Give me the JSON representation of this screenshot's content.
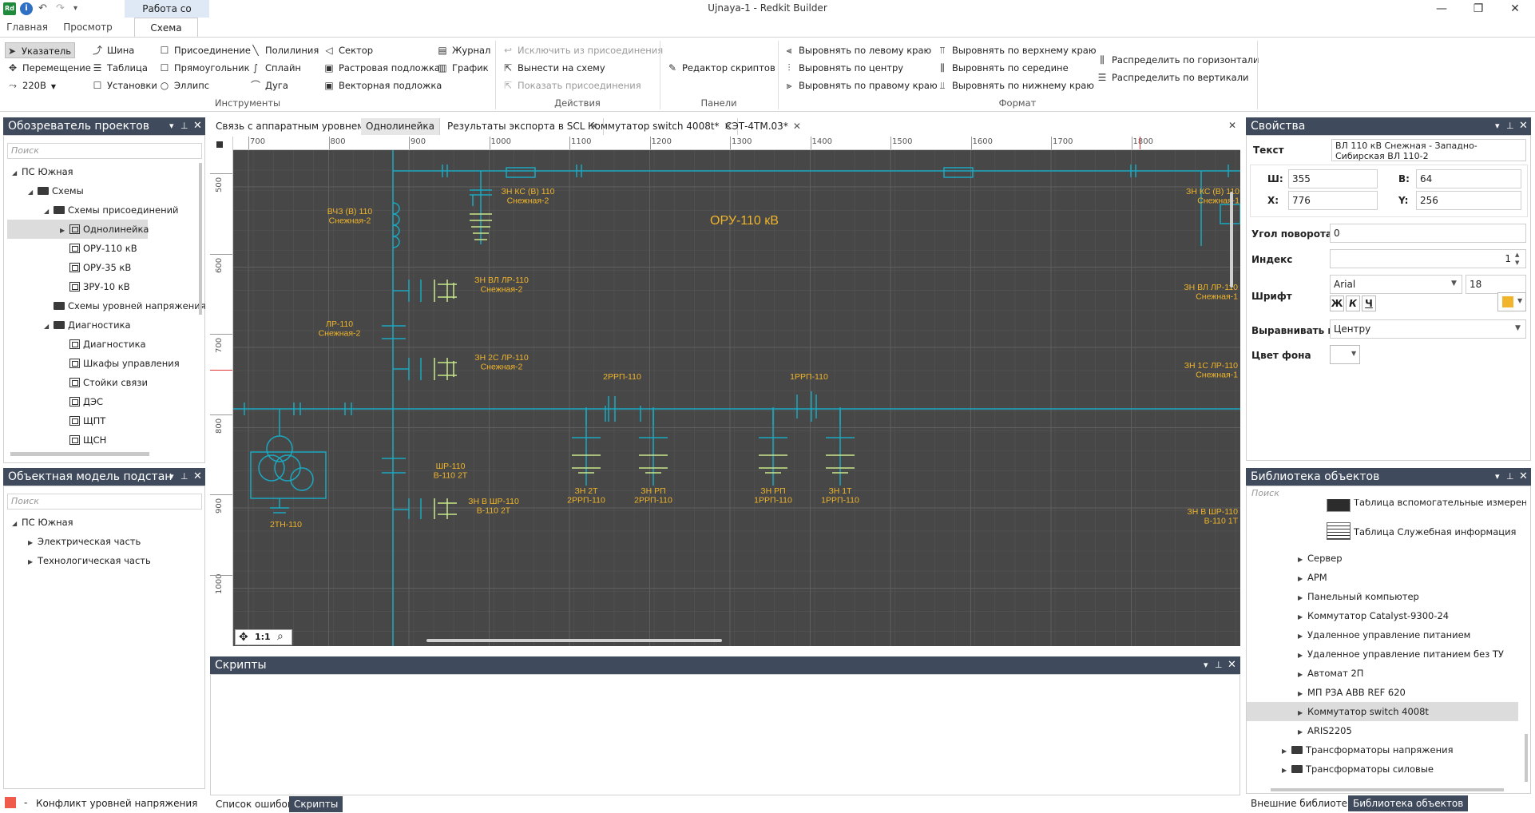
{
  "window": {
    "title": "Ujnaya-1 - Redkit Builder",
    "context_tab": "Работа со схемой",
    "controls": {
      "minimize": "—",
      "restore": "❐",
      "close": "✕"
    }
  },
  "quick_access": {
    "app_icon": "Rd",
    "info": "i",
    "undo": "↶",
    "redo": "↷",
    "dropdown": "▾"
  },
  "ribbon_tabs": [
    "Главная",
    "Просмотр",
    "Схема"
  ],
  "ribbon": {
    "tools": {
      "pointer": "Указатель",
      "move": "Перемещение",
      "voltage": "220В",
      "bus": "Шина",
      "table": "Таблица",
      "installations": "Установки",
      "connection": "Присоединение",
      "rectangle": "Прямоугольник",
      "ellipse": "Эллипс",
      "polyline": "Полилиния",
      "spline": "Сплайн",
      "arc": "Дуга",
      "sector": "Сектор",
      "raster_underlay": "Растровая подложка",
      "vector_underlay": "Векторная подложка",
      "journal": "Журнал",
      "graph": "График",
      "group_label": "Инструменты"
    },
    "actions": {
      "exclude": "Исключить из присоединения",
      "bring_out": "Вынести на схему",
      "show_connections": "Показать присоединения",
      "group_label": "Действия"
    },
    "panels": {
      "script_editor": "Редактор скриптов",
      "group_label": "Панели"
    },
    "format": {
      "align_left": "Выровнять по левому краю",
      "align_center": "Выровнять по центру",
      "align_right": "Выровнять по правому краю",
      "align_top": "Выровнять по верхнему краю",
      "align_middle": "Выровнять по середине",
      "align_bottom": "Выровнять по нижнему краю",
      "distribute_h": "Распределить по горизонтали",
      "distribute_v": "Распределить по вертикали",
      "group_label": "Формат"
    }
  },
  "project_explorer": {
    "title": "Обозреватель проектов",
    "search_placeholder": "Поиск",
    "items": [
      {
        "label": "ПС Южная"
      },
      {
        "label": "Схемы"
      },
      {
        "label": "Схемы присоединений"
      },
      {
        "label": "Однолинейка"
      },
      {
        "label": "ОРУ-110 кВ"
      },
      {
        "label": "ОРУ-35 кВ"
      },
      {
        "label": "ЗРУ-10 кВ"
      },
      {
        "label": "Схемы уровней напряжения"
      },
      {
        "label": "Диагностика"
      },
      {
        "label": "Диагностика"
      },
      {
        "label": "Шкафы управления"
      },
      {
        "label": "Стойки связи"
      },
      {
        "label": "ДЭС"
      },
      {
        "label": "ЩПТ"
      },
      {
        "label": "ЩСН"
      }
    ]
  },
  "object_model": {
    "title": "Объектная модель подстан",
    "search_placeholder": "Поиск",
    "items": [
      {
        "label": "ПС Южная"
      },
      {
        "label": "Электрическая часть"
      },
      {
        "label": "Технологическая часть"
      }
    ]
  },
  "document_tabs": [
    {
      "label": "Связь с аппаратным уровнем"
    },
    {
      "label": "Однолинейка"
    },
    {
      "label": "Результаты экспорта в SCL"
    },
    {
      "label": "Коммутатор switch 4008t*"
    },
    {
      "label": "СЭТ-4ТМ.03*"
    }
  ],
  "ruler": {
    "top": [
      "700",
      "800",
      "900",
      "1000",
      "1100",
      "1200",
      "1300",
      "1400",
      "1500",
      "1600",
      "1700",
      "1800"
    ],
    "left": [
      "500",
      "600",
      "700",
      "800",
      "900",
      "1000"
    ]
  },
  "schematic": {
    "colors": {
      "bg": "#474747",
      "wire": "#1aa8c0",
      "label": "#f0b52a",
      "ground": "#c8e88a"
    },
    "title": "ОРУ-110 кВ",
    "labels": {
      "zn_ks_b_1": [
        "ЗН КС (В) 110",
        "Снежная-2"
      ],
      "vchz": [
        "ВЧЗ (В) 110",
        "Снежная-2"
      ],
      "zn_vl_1": [
        "ЗН ВЛ ЛР-110",
        "Снежная-2"
      ],
      "lr_110": [
        "ЛР-110",
        "Снежная-2"
      ],
      "zn_2s": [
        "ЗН 2С ЛР-110",
        "Снежная-2"
      ],
      "rrp2": [
        "2РРП-110"
      ],
      "rrp1": [
        "1РРП-110"
      ],
      "shr_110": [
        "ШР-110",
        "В-110 2Т"
      ],
      "zn_v_shr_1": [
        "ЗН В ШР-110",
        "В-110 2Т"
      ],
      "zn_2t": [
        "ЗН 2Т",
        "2РРП-110"
      ],
      "zn_rp_1": [
        "ЗН РП",
        "2РРП-110"
      ],
      "zn_rp_2": [
        "ЗН РП",
        "1РРП-110"
      ],
      "zn_1t": [
        "ЗН 1Т",
        "1РРП-110"
      ],
      "tn_2": [
        "2ТН-110"
      ],
      "zn_ks_b_2": [
        "ЗН КС (В) 110",
        "Снежная-1"
      ],
      "zn_vl_2": [
        "ЗН ВЛ ЛР-110",
        "Снежная-1"
      ],
      "zn_1s": [
        "ЗН 1С ЛР-110",
        "Снежная-1"
      ],
      "zn_v_shr_2": [
        "ЗН В ШР-110",
        "В-110 1Т"
      ]
    },
    "zoom_controls": {
      "pan": "✥",
      "scale": "1:1",
      "zoom": "⌕"
    }
  },
  "scripts_panel": {
    "title": "Скрипты"
  },
  "bottom_tabs": {
    "errors": "Список ошибок",
    "scripts": "Скрипты"
  },
  "status": {
    "conflict_dash": "-",
    "conflict": "Конфликт уровней напряжения",
    "conflict_color": "#f05a4a"
  },
  "properties": {
    "title": "Свойства",
    "text_label": "Текст",
    "text_value": "ВЛ 110 кВ Снежная - Западно-Сибирская ВЛ 110-2",
    "w_label": "Ш:",
    "w_value": "355",
    "h_label": "В:",
    "h_value": "64",
    "x_label": "Х:",
    "x_value": "776",
    "y_label": "Y:",
    "y_value": "256",
    "rotation_label": "Угол поворота",
    "rotation_value": "0",
    "index_label": "Индекс",
    "index_value": "1",
    "font_label": "Шрифт",
    "font_name": "Arial",
    "font_size": "18",
    "bold": "Ж",
    "italic": "К",
    "underline": "Ч",
    "font_color": "#f0b52a",
    "align_label": "Выравнивать по",
    "align_value": "Центру",
    "bg_label": "Цвет фона"
  },
  "library": {
    "title": "Библиотека объектов",
    "search_placeholder": "Поиск",
    "items": [
      {
        "label": "Таблица вспомогательные измерения"
      },
      {
        "label": "Таблица Служебная информация"
      },
      {
        "label": "Сервер"
      },
      {
        "label": "АРМ"
      },
      {
        "label": "Панельный компьютер"
      },
      {
        "label": "Коммутатор Catalyst-9300-24"
      },
      {
        "label": "Удаленное управление питанием"
      },
      {
        "label": "Удаленное управление питанием без ТУ"
      },
      {
        "label": "Автомат 2П"
      },
      {
        "label": "МП РЗА ABB REF 620"
      },
      {
        "label": "Коммутатор switch 4008t"
      },
      {
        "label": "ARIS2205"
      },
      {
        "label": "Трансформаторы напряжения"
      },
      {
        "label": "Трансформаторы силовые"
      }
    ],
    "tabs": {
      "external": "Внешние библиотеки",
      "objects": "Библиотека объектов"
    }
  }
}
